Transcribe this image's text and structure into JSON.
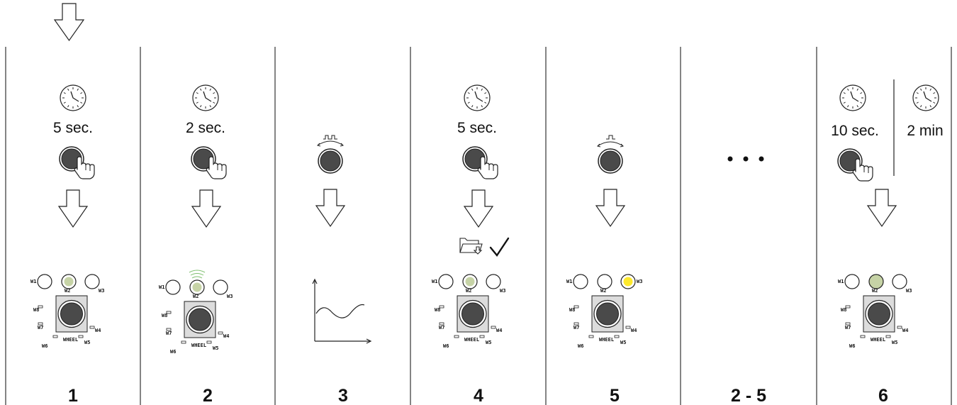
{
  "columns": [
    {
      "step": "1",
      "timer": "5 sec.",
      "action": "press",
      "led_lit": "W2",
      "led_state": "solid"
    },
    {
      "step": "2",
      "timer": "2 sec.",
      "action": "press",
      "led_lit": "W2",
      "led_state": "blinking"
    },
    {
      "step": "3",
      "action": "rotate",
      "result": "graph"
    },
    {
      "step": "4",
      "timer": "5 sec.",
      "action": "press",
      "saved": true,
      "led_lit": "W2",
      "led_state": "solid"
    },
    {
      "step": "5",
      "action": "rotate-step",
      "led_lit": "W3",
      "led_state": "solid"
    },
    {
      "step": "2 - 5",
      "action": "repeat"
    },
    {
      "step": "6",
      "timer": "10 sec.",
      "timer_alt": "2 min",
      "action": "press",
      "led_lit": "W2",
      "led_state": "solid"
    }
  ],
  "panel_labels": {
    "w1": "W1",
    "w2": "W2",
    "w3": "W3",
    "w4": "W4",
    "w5": "W5",
    "w6": "W6",
    "w7": "W7",
    "w8": "W8",
    "wheel": "WHEEL"
  },
  "colors": {
    "led_green": "#c6d3a6",
    "led_yellow": "#fde92c",
    "knob": "#4a4a4a",
    "panel": "#dcdcdc",
    "line": "#222222"
  },
  "icons": [
    "down-arrow-icon",
    "clock-icon",
    "knob-press-icon",
    "knob-rotate-icon",
    "folder-save-icon",
    "checkmark-icon",
    "graph-icon",
    "ellipsis-icon"
  ]
}
